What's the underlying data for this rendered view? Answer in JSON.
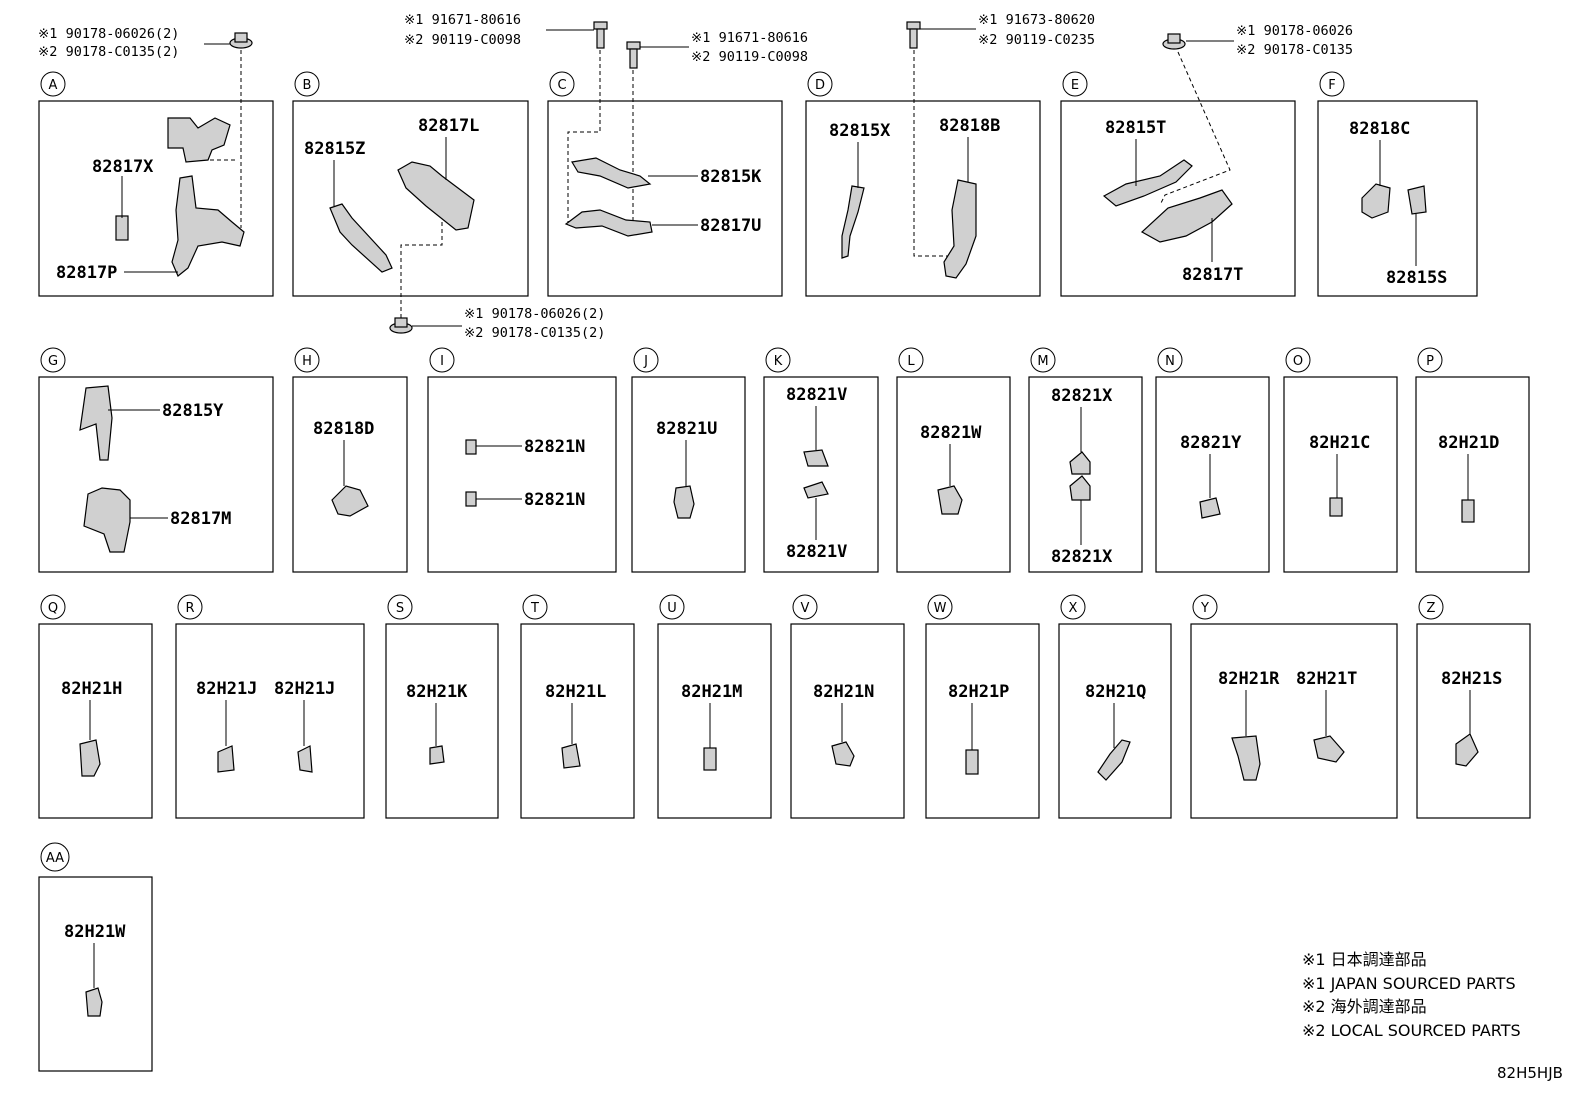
{
  "callouts": {
    "A": "A",
    "B": "B",
    "C": "C",
    "D": "D",
    "E": "E",
    "F": "F",
    "G": "G",
    "H": "H",
    "I": "I",
    "J": "J",
    "K": "K",
    "L": "L",
    "M": "M",
    "N": "N",
    "O": "O",
    "P": "P",
    "Q": "Q",
    "R": "R",
    "S": "S",
    "T": "T",
    "U": "U",
    "V": "V",
    "W": "W",
    "X": "X",
    "Y": "Y",
    "Z": "Z",
    "AA": "AA"
  },
  "parts": {
    "p82817X": "82817X",
    "p82817P": "82817P",
    "p82815Z": "82815Z",
    "p82817L": "82817L",
    "p82815K": "82815K",
    "p82817U": "82817U",
    "p82815X": "82815X",
    "p82818B": "82818B",
    "p82815T": "82815T",
    "p82817T": "82817T",
    "p82818C": "82818C",
    "p82815S": "82815S",
    "p82815Y": "82815Y",
    "p82817M": "82817M",
    "p82818D": "82818D",
    "p82821N": "82821N",
    "p82821U": "82821U",
    "p82821V": "82821V",
    "p82821W": "82821W",
    "p82821X": "82821X",
    "p82821Y": "82821Y",
    "p82H21C": "82H21C",
    "p82H21D": "82H21D",
    "p82H21H": "82H21H",
    "p82H21J": "82H21J",
    "p82H21K": "82H21K",
    "p82H21L": "82H21L",
    "p82H21M": "82H21M",
    "p82H21N": "82H21N",
    "p82H21P": "82H21P",
    "p82H21Q": "82H21Q",
    "p82H21R": "82H21R",
    "p82H21T": "82H21T",
    "p82H21S": "82H21S",
    "p82H21W": "82H21W"
  },
  "fasteners": {
    "a1": "※1 90178-06026(2)",
    "a2": "※2 90178-C0135(2)",
    "b1": "※1 90178-06026(2)",
    "b2": "※2 90178-C0135(2)",
    "c1": "※1 91671-80616",
    "c2": "※2 90119-C0098",
    "d1": "※1 91671-80616",
    "d2": "※2 90119-C0098",
    "e1": "※1 91673-80620",
    "e2": "※2 90119-C0235",
    "f1": "※1 90178-06026",
    "f2": "※2 90178-C0135"
  },
  "legend": {
    "l1": "※1 日本調達部品",
    "l2": "※1 JAPAN SOURCED PARTS",
    "l3": "※2 海外調達部品",
    "l4": "※2 LOCAL SOURCED PARTS"
  },
  "reference_code": "82H5HJB"
}
